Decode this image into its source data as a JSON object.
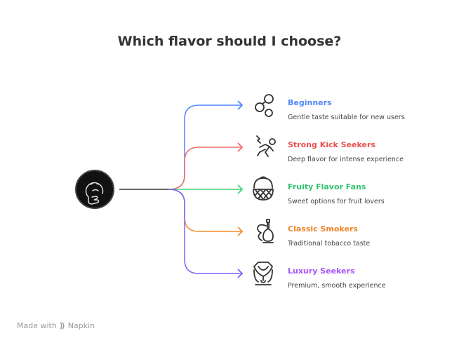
{
  "title": "Which flavor should I choose?",
  "center": {
    "icon": "thinking-face-icon"
  },
  "branches": [
    {
      "label": "Beginners",
      "description": "Gentle taste suitable for new users",
      "color": "#4f86f7",
      "line_color": "#4f86f7",
      "icon": "molecule-icon"
    },
    {
      "label": "Strong Kick Seekers",
      "description": "Deep flavor for intense experience",
      "color": "#e9504f",
      "line_color": "#f06b6b",
      "icon": "shocked-person-icon"
    },
    {
      "label": "Fruity Flavor Fans",
      "description": "Sweet options for fruit lovers",
      "color": "#2fc46c",
      "line_color": "#3dd37a",
      "icon": "fruit-basket-icon"
    },
    {
      "label": "Classic Smokers",
      "description": "Traditional tobacco taste",
      "color": "#ee8528",
      "line_color": "#f28c2c",
      "icon": "hookah-icon"
    },
    {
      "label": "Luxury Seekers",
      "description": "Premium, smooth experience",
      "color": "#a855f7",
      "line_color": "#7b61ff",
      "icon": "necklace-icon"
    }
  ],
  "footer": {
    "text": "Made with",
    "brand": "Napkin"
  }
}
